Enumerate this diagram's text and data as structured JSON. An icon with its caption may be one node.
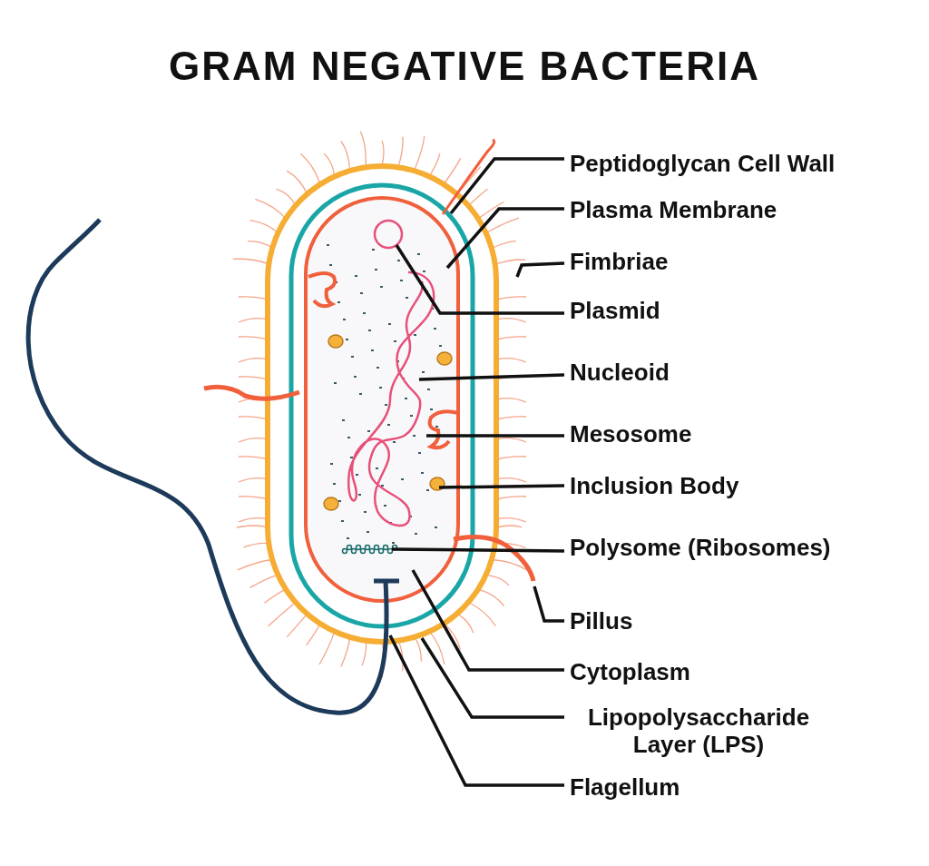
{
  "diagram": {
    "title": "GRAM NEGATIVE BACTERIA",
    "nodes": [
      {
        "text": [
          "Peptidoglycan Cell Wall"
        ]
      },
      {
        "text": [
          "Plasma Membrane"
        ]
      },
      {
        "text": [
          "Fimbriae"
        ]
      },
      {
        "text": [
          "Plasmid"
        ]
      },
      {
        "text": [
          "Nucleoid"
        ]
      },
      {
        "text": [
          "Mesosome"
        ]
      },
      {
        "text": [
          "Inclusion Body"
        ]
      },
      {
        "text": [
          "Polysome (Ribosomes)"
        ]
      },
      {
        "text": [
          "Pillus"
        ]
      },
      {
        "text": [
          "Cytoplasm"
        ]
      },
      {
        "text": [
          "Lipopolysaccharide Layer (LPS)"
        ]
      },
      {
        "text": [
          "Flagellum"
        ]
      }
    ],
    "edges": [
      {
        "from": 0,
        "to": null,
        "arrow": "none"
      },
      {
        "from": 1,
        "to": null,
        "arrow": "none"
      },
      {
        "from": 2,
        "to": null,
        "arrow": "none"
      },
      {
        "from": 3,
        "to": null,
        "arrow": "none"
      },
      {
        "from": 4,
        "to": null,
        "arrow": "none"
      },
      {
        "from": 5,
        "to": null,
        "arrow": "none"
      },
      {
        "from": 6,
        "to": null,
        "arrow": "none"
      },
      {
        "from": 7,
        "to": null,
        "arrow": "none"
      },
      {
        "from": 8,
        "to": null,
        "arrow": "none"
      },
      {
        "from": 9,
        "to": null,
        "arrow": "none"
      },
      {
        "from": 10,
        "to": null,
        "arrow": "none"
      },
      {
        "from": 11,
        "to": null,
        "arrow": "none"
      }
    ]
  }
}
